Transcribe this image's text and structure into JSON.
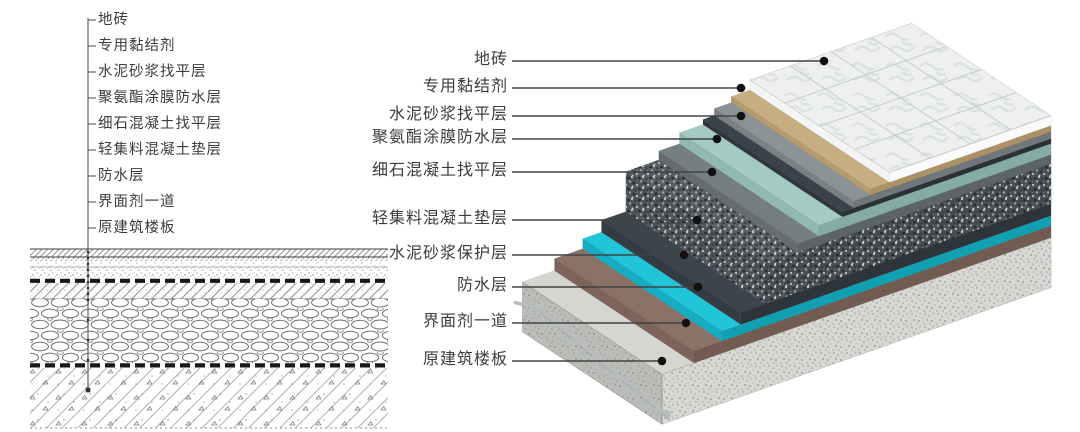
{
  "left_panel": {
    "labels": [
      "地砖",
      "专用黏结剂",
      "水泥砂浆找平层",
      "聚氨酯涂膜防水层",
      "细石混凝土找平层",
      "轻集料混凝土垫层",
      "防水层",
      "界面剂一道",
      "原建筑楼板"
    ]
  },
  "right_panel": {
    "labels": [
      "地砖",
      "专用黏结剂",
      "水泥砂浆找平层",
      "聚氨酯涂膜防水层",
      "细石混凝土找平层",
      "轻集料混凝土垫层",
      "水泥砂浆保护层",
      "防水层",
      "界面剂一道",
      "原建筑楼板"
    ],
    "layers": [
      {
        "key": "tile",
        "label": "地砖",
        "top": "#edeff0",
        "side": "#f3f4f4",
        "face": "#fafafa"
      },
      {
        "key": "adhesive",
        "label": "专用黏结剂",
        "top": "#c7ae80",
        "side": "#b59b6d",
        "face": "#ab9164"
      },
      {
        "key": "mortar-leveling",
        "label": "水泥砂浆找平层",
        "top": "#8b9397",
        "side": "#7a8185",
        "face": "#70777b"
      },
      {
        "key": "membrane-coat",
        "label": "",
        "top": "#39434a",
        "side": "#2f373d",
        "face": "#2a3137"
      },
      {
        "key": "pu-waterproof",
        "label": "聚氨酯涂膜防水层",
        "top": "#a5cac3",
        "side": "#90b9b2",
        "face": "#84aba4"
      },
      {
        "key": "fine-stone-concrete",
        "label": "细石混凝土找平层",
        "top": "#757e81",
        "side": "#656d70",
        "face": "#5d6467"
      },
      {
        "key": "aggregate-cushion",
        "label": "轻集料混凝土垫层",
        "top": "#595f63",
        "side": "#4e5458",
        "face": "#484d51",
        "texture": "agg"
      },
      {
        "key": "mortar-protective",
        "label": "水泥砂浆保护层",
        "top": "#3b464c",
        "side": "#323c42",
        "face": "#2d353b"
      },
      {
        "key": "waterproof",
        "label": "防水层",
        "top": "#21c5da",
        "side": "#16adc0",
        "face": "#119fb2"
      },
      {
        "key": "interface-agent",
        "label": "界面剂一道",
        "top": "#8b7267",
        "side": "#7c645a",
        "face": "#725c51"
      },
      {
        "key": "slab",
        "label": "原建筑楼板",
        "top": "#d5d5d2",
        "side": "#c8c8c5",
        "face": "#d7d7d4",
        "texture": "conc"
      }
    ]
  }
}
